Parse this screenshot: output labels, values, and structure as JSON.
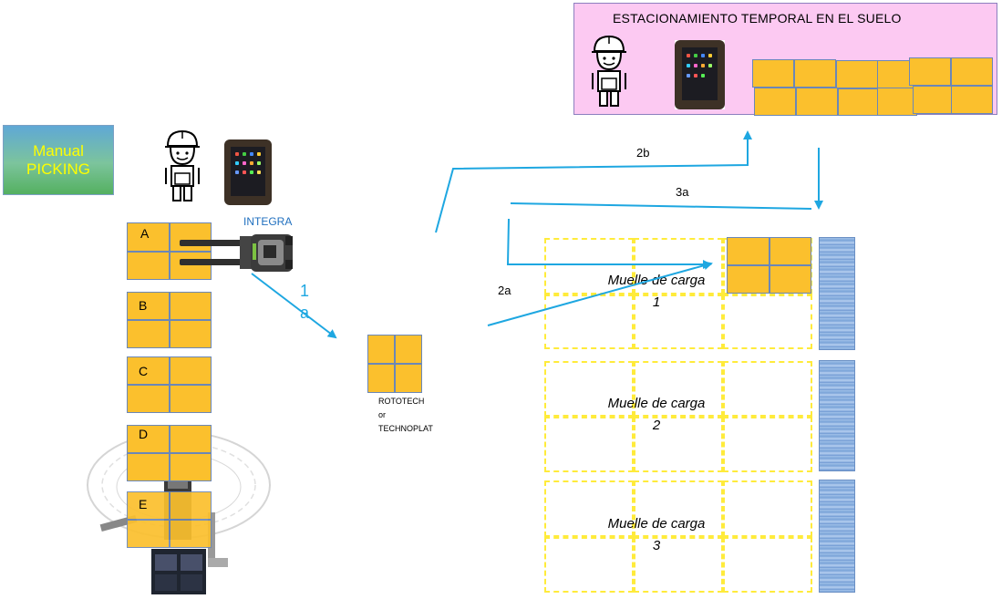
{
  "manual_picking": {
    "line1": "Manual",
    "line2": "PICKING"
  },
  "staging": {
    "title": "ESTACIONAMIENTO TEMPORAL EN EL SUELO"
  },
  "picking_slots": [
    "A",
    "B",
    "C",
    "D",
    "E"
  ],
  "integra_label": "INTEGRA",
  "rototech": {
    "line1": "ROTOTECH",
    "line2": "or",
    "line3": "TECHNOPLAT"
  },
  "routes": {
    "r1_line1": "1",
    "r1_line2": "a",
    "r2a": "2a",
    "r2b": "2b",
    "r3a": "3a"
  },
  "docks": [
    {
      "title": "Muelle de carga",
      "number": "1"
    },
    {
      "title": "Muelle de carga",
      "number": "2"
    },
    {
      "title": "Muelle de carga",
      "number": "3"
    }
  ],
  "colors": {
    "pallet": "#fbc02d",
    "arrow": "#1ea7e1",
    "staging_bg": "#fcc9f2",
    "dashed": "#ffeb3b",
    "manual_text": "#ffff00"
  }
}
